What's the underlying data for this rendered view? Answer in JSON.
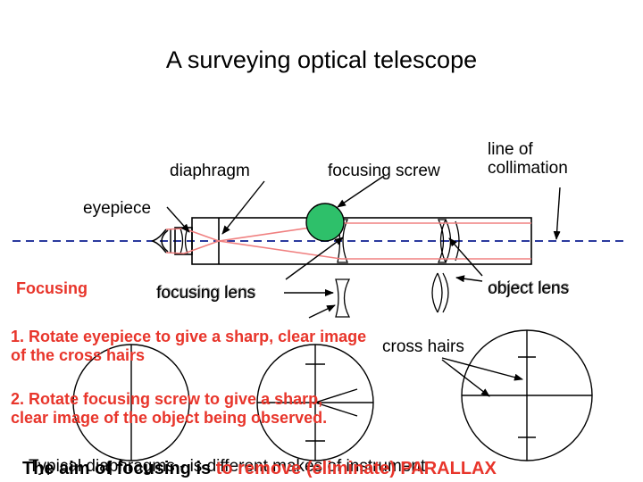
{
  "title": "A surveying optical telescope",
  "labels": {
    "line_of_collimation": "line of\ncollimation",
    "diaphragm": "diaphragm",
    "focusing_screw": "focusing screw",
    "eyepiece": "eyepiece",
    "focusing_lens": "focusing lens",
    "object_lens": "object lens",
    "cross_hairs": "cross hairs"
  },
  "focusing_heading": "Focusing",
  "steps": [
    "1. Rotate eyepiece to give a sharp, clear image of the cross hairs",
    "2. Rotate focusing screw to give a sharp, clear image of the object being observed."
  ],
  "caption_typical": "Typical diaphragms - is different makes of instrument",
  "caption_aim_prefix": "The aim of focusing is ",
  "caption_aim_highlight": "to remove (eliminate) PARALLAX",
  "colors": {
    "ray": "#f08080",
    "collimation_line": "#2b3a9e",
    "screw_knob": "#2ec06a",
    "highlight_text": "#e8352b"
  }
}
